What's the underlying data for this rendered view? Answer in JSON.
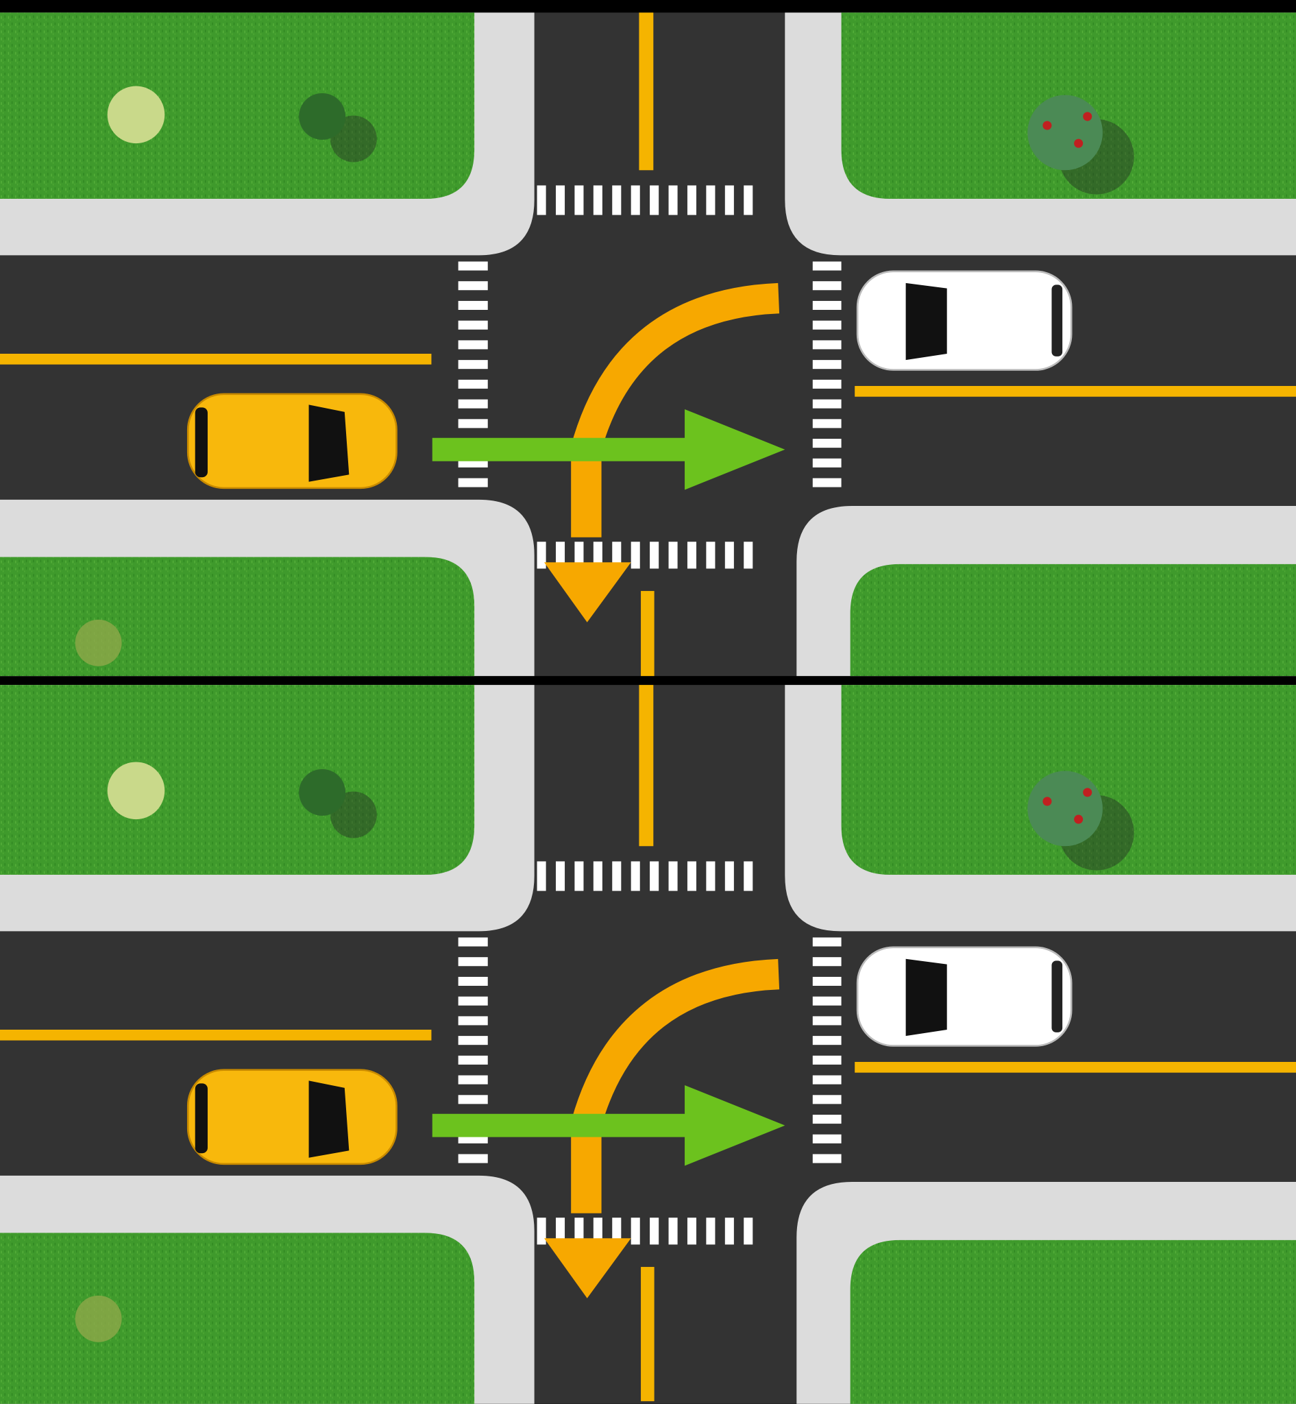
{
  "colors": {
    "grass": "#3f9a2c",
    "grass_dark": "#2f8220",
    "sidewalk": "#dcdcdc",
    "asphalt": "#333333",
    "lane_line": "#f5b400",
    "crosswalk": "#ffffff",
    "through_arrow": "#6cc21e",
    "turn_arrow": "#f7a800",
    "yellow_car": "#f8b80c",
    "white_car": "#ffffff",
    "divider": "#000000"
  },
  "panels": [
    {
      "id": "top",
      "arrows": [
        "straight",
        "left-turn-up",
        "right-turn-down"
      ]
    },
    {
      "id": "bottom",
      "arrows": [
        "straight",
        "left-turn-up",
        "right-turn-down"
      ]
    }
  ]
}
